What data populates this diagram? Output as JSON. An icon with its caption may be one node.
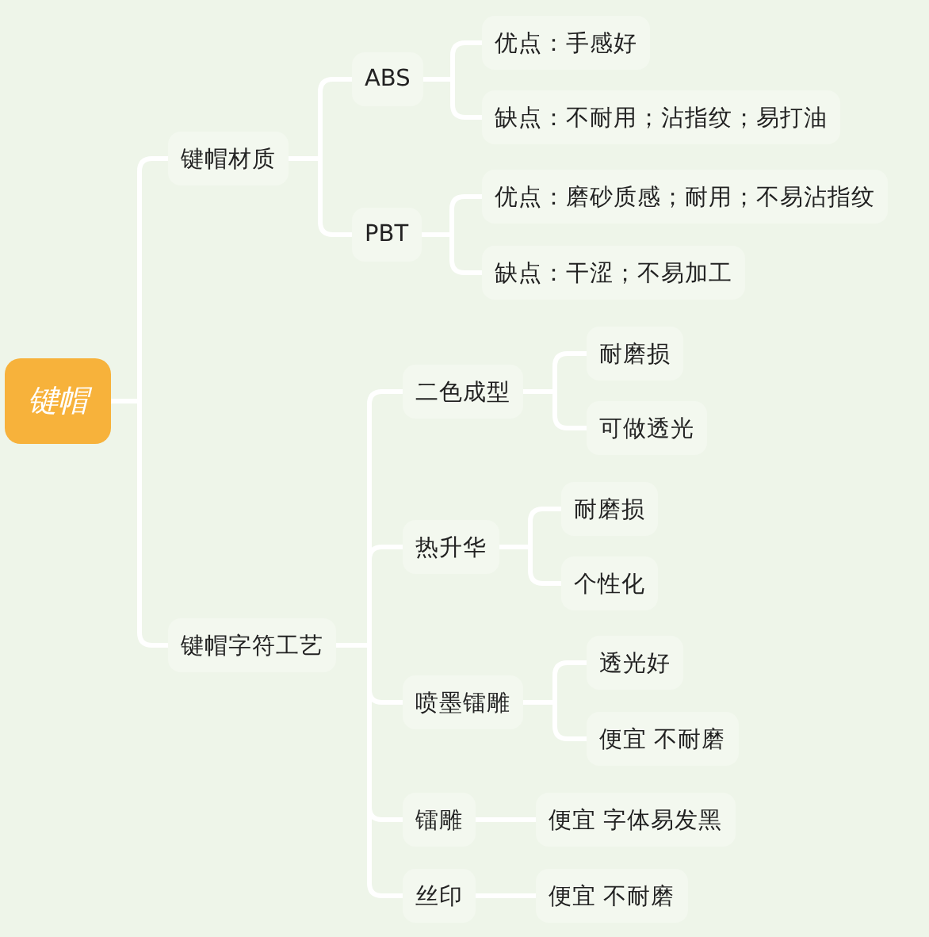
{
  "diagram": {
    "nodes": [
      {
        "text": [
          "键帽"
        ]
      },
      {
        "text": [
          "键帽材质"
        ]
      },
      {
        "text": [
          "ABS"
        ]
      },
      {
        "text": [
          "优点：手感好"
        ]
      },
      {
        "text": [
          "缺点：不耐用；沾指纹；易打油"
        ]
      },
      {
        "text": [
          "PBT"
        ]
      },
      {
        "text": [
          "优点：磨砂质感；耐用；不易沾指纹"
        ]
      },
      {
        "text": [
          "缺点：干涩；不易加工"
        ]
      },
      {
        "text": [
          "键帽字符工艺"
        ]
      },
      {
        "text": [
          "二色成型"
        ]
      },
      {
        "text": [
          "耐磨损"
        ]
      },
      {
        "text": [
          "可做透光"
        ]
      },
      {
        "text": [
          "热升华"
        ]
      },
      {
        "text": [
          "耐磨损"
        ]
      },
      {
        "text": [
          "个性化"
        ]
      },
      {
        "text": [
          "喷墨镭雕"
        ]
      },
      {
        "text": [
          "透光好"
        ]
      },
      {
        "text": [
          "便宜 不耐磨"
        ]
      },
      {
        "text": [
          "镭雕"
        ]
      },
      {
        "text": [
          "便宜 字体易发黑"
        ]
      },
      {
        "text": [
          "丝印"
        ]
      },
      {
        "text": [
          "便宜 不耐磨"
        ]
      }
    ],
    "edges": [
      {
        "from": 0,
        "to": 1,
        "arrow": "none"
      },
      {
        "from": 0,
        "to": 8,
        "arrow": "none"
      },
      {
        "from": 1,
        "to": 2,
        "arrow": "none"
      },
      {
        "from": 1,
        "to": 5,
        "arrow": "none"
      },
      {
        "from": 2,
        "to": 3,
        "arrow": "none"
      },
      {
        "from": 2,
        "to": 4,
        "arrow": "none"
      },
      {
        "from": 5,
        "to": 6,
        "arrow": "none"
      },
      {
        "from": 5,
        "to": 7,
        "arrow": "none"
      },
      {
        "from": 8,
        "to": 9,
        "arrow": "none"
      },
      {
        "from": 8,
        "to": 12,
        "arrow": "none"
      },
      {
        "from": 8,
        "to": 15,
        "arrow": "none"
      },
      {
        "from": 8,
        "to": 18,
        "arrow": "none"
      },
      {
        "from": 8,
        "to": 20,
        "arrow": "none"
      },
      {
        "from": 9,
        "to": 10,
        "arrow": "none"
      },
      {
        "from": 9,
        "to": 11,
        "arrow": "none"
      },
      {
        "from": 12,
        "to": 13,
        "arrow": "none"
      },
      {
        "from": 12,
        "to": 14,
        "arrow": "none"
      },
      {
        "from": 15,
        "to": 16,
        "arrow": "none"
      },
      {
        "from": 15,
        "to": 17,
        "arrow": "none"
      },
      {
        "from": 18,
        "to": 19,
        "arrow": "none"
      },
      {
        "from": 20,
        "to": 21,
        "arrow": "none"
      }
    ]
  }
}
